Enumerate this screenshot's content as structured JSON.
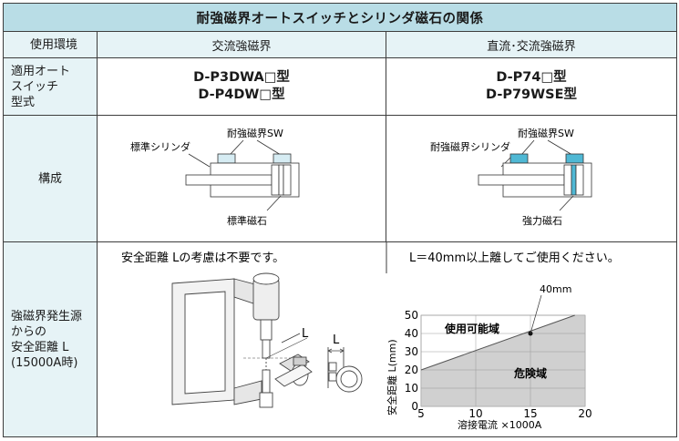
{
  "table": {
    "title": "耐強磁界オートスイッチとシリンダ磁石の関係",
    "col_header": "使用環境",
    "env_ac": "交流強磁界",
    "env_dc": "直流･交流強磁界",
    "row_applicable": [
      "適用オート",
      "スイッチ",
      "型式"
    ],
    "models_ac": [
      "D-P3DWA□型",
      "D-P4DW□型"
    ],
    "models_dc": [
      "D-P74□型",
      "D-P79WSE型"
    ],
    "row_config": "構成",
    "cfg_ac": {
      "switch_label": "耐強磁界SW",
      "cylinder_label": "標準シリンダ",
      "magnet_label": "標準磁石"
    },
    "cfg_dc": {
      "switch_label": "耐強磁界SW",
      "cylinder_label": "耐強磁界シリンダ",
      "magnet_label": "強力磁石"
    },
    "row_distance": [
      "強磁界発生源",
      "からの",
      "安全距離 L",
      "(15000A時)"
    ],
    "note_ac": "安全距離 Lの考慮は不要です。",
    "note_dc": "L＝40mm以上離してご使用ください。"
  },
  "diagram": {
    "l_label": "L"
  },
  "colors": {
    "title_bg": "#b9dde6",
    "header_bg": "#e6f3f6",
    "graph_region": "#d0d0d0",
    "switch_standard": "#d6ecf3",
    "switch_dc": "#4fb8d4"
  },
  "chart_data": {
    "type": "area",
    "title": "",
    "xlabel": "溶接電流 ×1000A",
    "ylabel": "安全距離 L(mm)",
    "xlim": [
      5,
      20
    ],
    "ylim": [
      0,
      50
    ],
    "xticks": [
      5,
      10,
      15,
      20
    ],
    "yticks": [
      0,
      10,
      20,
      30,
      40,
      50
    ],
    "series": [
      {
        "x": [
          5,
          20
        ],
        "y": [
          20,
          52
        ]
      }
    ],
    "regions": {
      "upper": "使用可能域",
      "lower": "危険域"
    },
    "annotation": {
      "text": "40mm",
      "x": 15,
      "y": 40
    },
    "grid": true
  }
}
